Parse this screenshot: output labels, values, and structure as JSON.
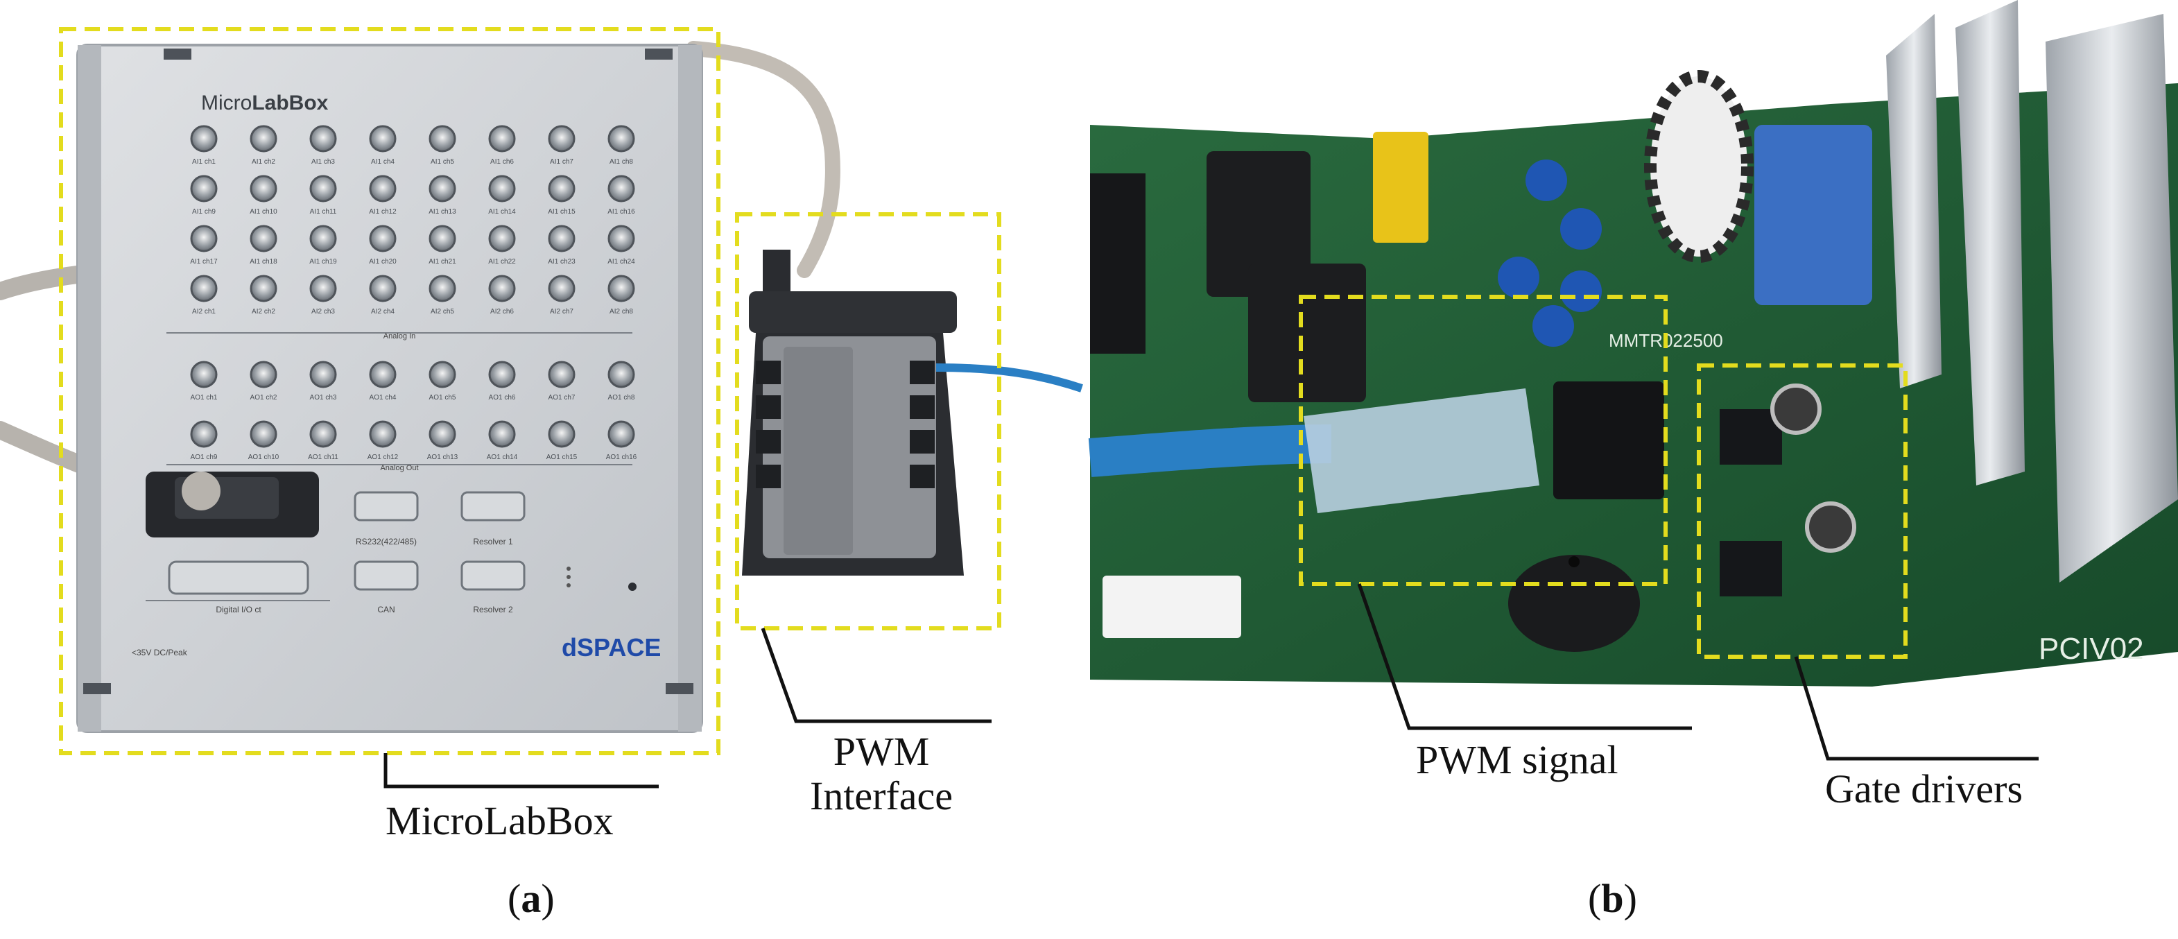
{
  "panel_a": {
    "label": "a",
    "device": {
      "brand_prefix": "Micro",
      "brand_bold": "LabBox",
      "vendor_logo": "dSPACE",
      "warning_text": "<35V DC/Peak",
      "section_analog_in": "Analog In",
      "section_analog_out": "Analog Out",
      "analog_in_rows": [
        [
          "AI1 ch1",
          "AI1 ch2",
          "AI1 ch3",
          "AI1 ch4",
          "AI1 ch5",
          "AI1 ch6",
          "AI1 ch7",
          "AI1 ch8"
        ],
        [
          "AI1 ch9",
          "AI1 ch10",
          "AI1 ch11",
          "AI1 ch12",
          "AI1 ch13",
          "AI1 ch14",
          "AI1 ch15",
          "AI1 ch16"
        ],
        [
          "AI1 ch17",
          "AI1 ch18",
          "AI1 ch19",
          "AI1 ch20",
          "AI1 ch21",
          "AI1 ch22",
          "AI1 ch23",
          "AI1 ch24"
        ],
        [
          "AI2 ch1",
          "AI2 ch2",
          "AI2 ch3",
          "AI2 ch4",
          "AI2 ch5",
          "AI2 ch6",
          "AI2 ch7",
          "AI2 ch8"
        ]
      ],
      "analog_out_rows": [
        [
          "AO1 ch1",
          "AO1 ch2",
          "AO1 ch3",
          "AO1 ch4",
          "AO1 ch5",
          "AO1 ch6",
          "AO1 ch7",
          "AO1 ch8"
        ],
        [
          "AO1 ch9",
          "AO1 ch10",
          "AO1 ch11",
          "AO1 ch12",
          "AO1 ch13",
          "AO1 ch14",
          "AO1 ch15",
          "AO1 ch16"
        ]
      ],
      "port_rs232": "RS232(422/485)",
      "port_resolver1": "Resolver 1",
      "port_digital_io": "Digital I/O ct",
      "port_can": "CAN",
      "port_resolver2": "Resolver 2"
    },
    "callout_microlabbox": "MicroLabBox",
    "callout_pwm_line1": "PWM",
    "callout_pwm_line2": "Interface"
  },
  "panel_b": {
    "label": "b",
    "board_text_part": "MMTR022500",
    "board_text_id": "PCIV02",
    "callout_pwm_signal": "PWM signal",
    "callout_gate_drivers": "Gate drivers"
  },
  "colors": {
    "highlight_box": "#e3dc1e",
    "pcb_green": "#1f5a34",
    "device_gray": "#cfd2d6",
    "cable_blue": "#2a7fc4"
  }
}
